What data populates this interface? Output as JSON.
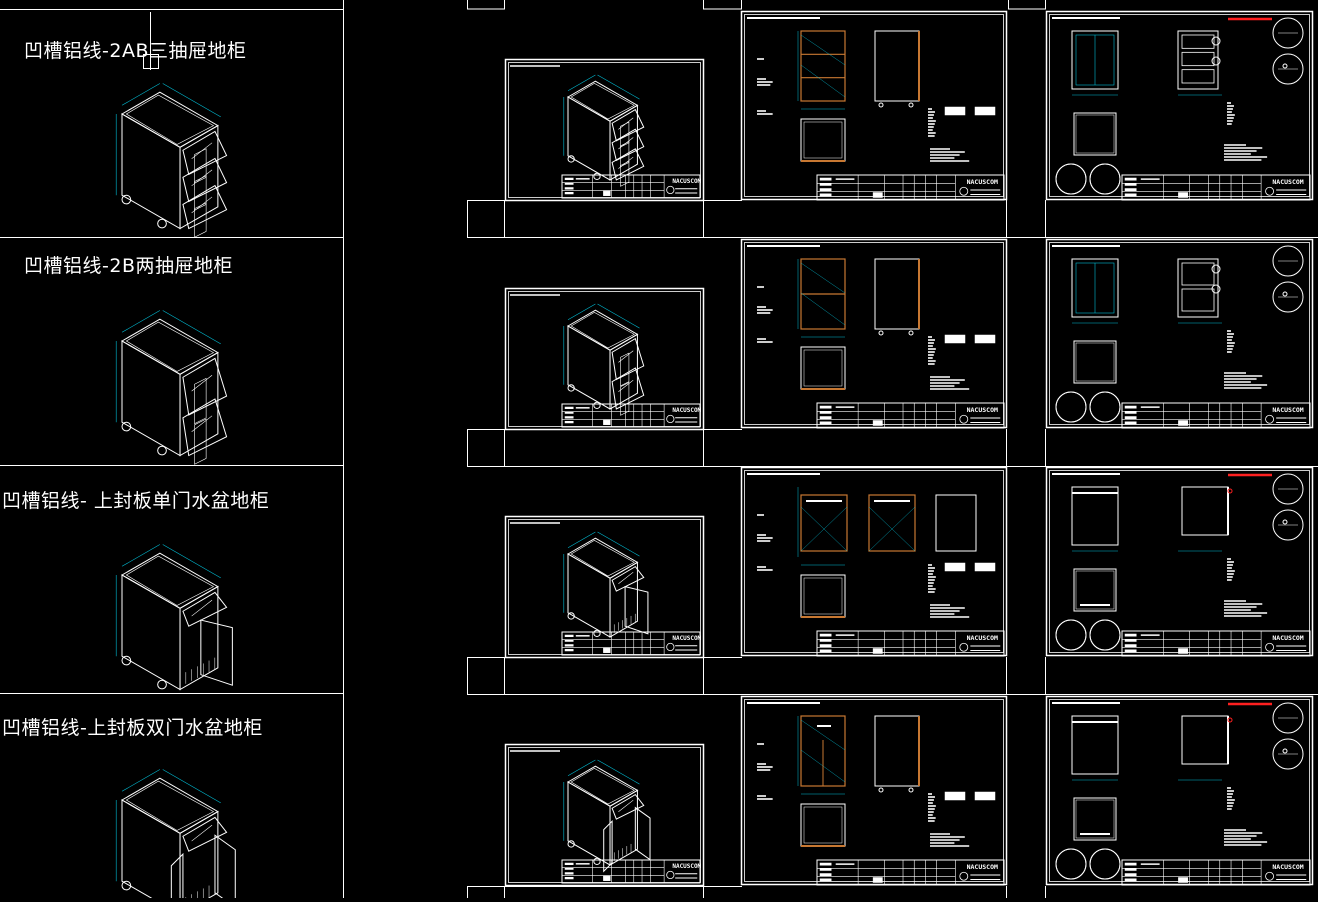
{
  "drawing": {
    "background": "#000000",
    "line_color": "#ffffff",
    "dimension_color": "#00bcd4",
    "panel_color": "#c87832",
    "highlight_color": "#ff2020"
  },
  "rows": [
    {
      "title": "凹槽铝线-2AB三抽屉地柜",
      "drawers": 3,
      "doors": 0
    },
    {
      "title": "凹槽铝线-2B两抽屉地柜",
      "drawers": 2,
      "doors": 0
    },
    {
      "title": "凹槽铝线- 上封板单门水盆地柜",
      "drawers": 1,
      "doors": 1
    },
    {
      "title": "凹槽铝线-上封板双门水盆地柜",
      "drawers": 1,
      "doors": 2
    }
  ],
  "title_block": {
    "brand_text": "NACUSCOM"
  }
}
